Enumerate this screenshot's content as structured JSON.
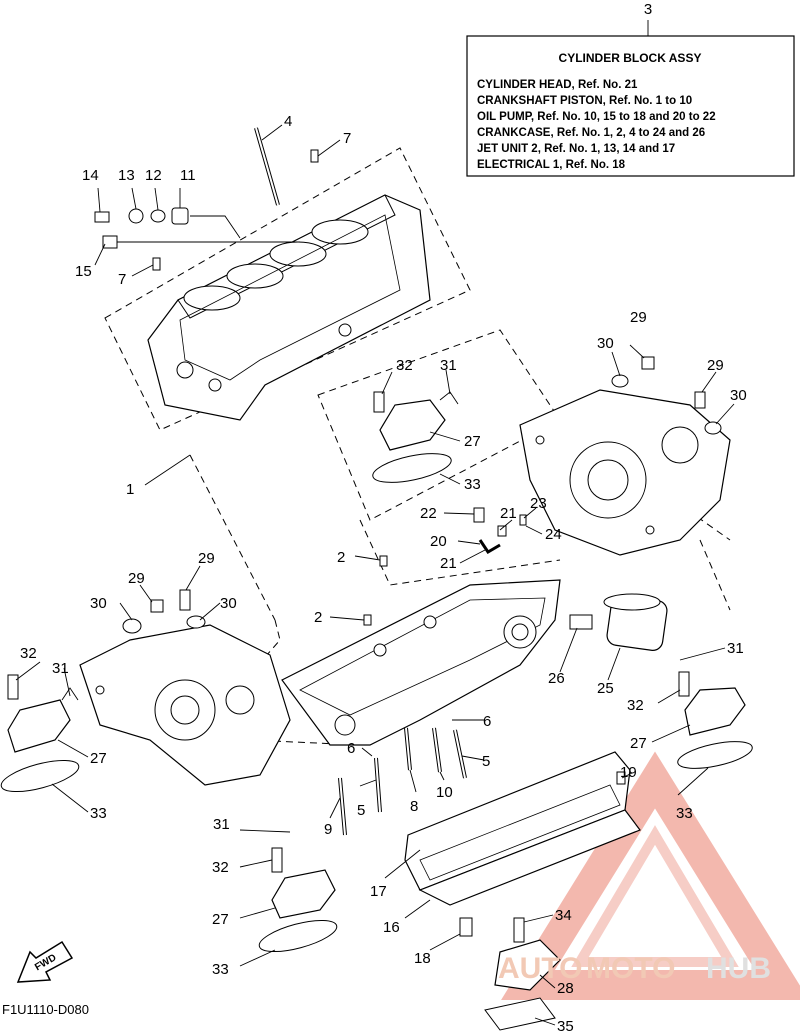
{
  "legend_box": {
    "ref_number": "3",
    "title": "CYLINDER BLOCK ASSY",
    "lines": [
      "CYLINDER HEAD,  Ref. No. 21",
      "CRANKSHAFT PISTON,  Ref. No. 1 to 10",
      "OIL PUMP,  Ref. No. 10, 15 to 18 and 20 to 22",
      "CRANKCASE,  Ref. No. 1, 2, 4 to 24 and 26",
      "JET UNIT 2,   Ref. No. 1, 13, 14 and 17",
      "ELECTRICAL 1,  Ref. No. 18"
    ]
  },
  "callouts": {
    "n1": "1",
    "n2a": "2",
    "n2b": "2",
    "n4": "4",
    "n5a": "5",
    "n5b": "5",
    "n6a": "6",
    "n6b": "6",
    "n7a": "7",
    "n7b": "7",
    "n8": "8",
    "n9": "9",
    "n10": "10",
    "n11": "11",
    "n12": "12",
    "n13": "13",
    "n14": "14",
    "n15": "15",
    "n16": "16",
    "n17": "17",
    "n18": "18",
    "n19": "19",
    "n20": "20",
    "n21a": "21",
    "n21b": "21",
    "n22": "22",
    "n23": "23",
    "n24": "24",
    "n25": "25",
    "n26": "26",
    "n27a": "27",
    "n27b": "27",
    "n27c": "27",
    "n27d": "27",
    "n28": "28",
    "n29a": "29",
    "n29b": "29",
    "n29c": "29",
    "n29d": "29",
    "n30a": "30",
    "n30b": "30",
    "n30c": "30",
    "n30d": "30",
    "n31a": "31",
    "n31b": "31",
    "n31c": "31",
    "n31d": "31",
    "n32a": "32",
    "n32b": "32",
    "n32c": "32",
    "n32d": "32",
    "n33a": "33",
    "n33b": "33",
    "n33c": "33",
    "n33d": "33",
    "n34": "34",
    "n35": "35"
  },
  "fwd_label": "FWD",
  "drawing_code": "F1U1110-D080",
  "watermark": {
    "part1": "AUTO",
    "part2": "MOTO",
    "part3": "HUB"
  },
  "colors": {
    "line": "#000000",
    "watermark_red": "#e26a5a",
    "watermark_gray": "#9a9a9a"
  }
}
